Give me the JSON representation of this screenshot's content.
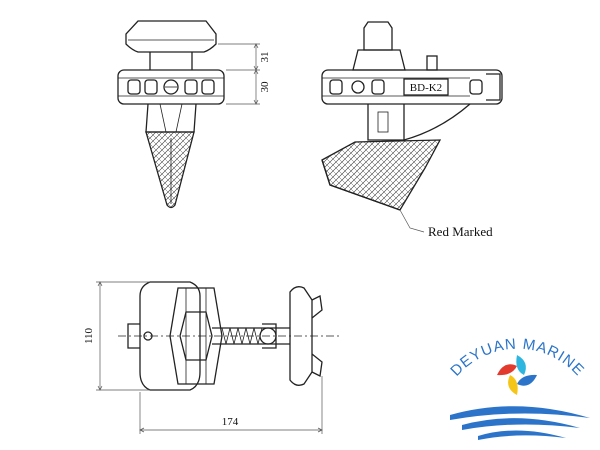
{
  "diagram": {
    "front_view": {
      "dimensions": {
        "upper": "31",
        "lower": "30"
      }
    },
    "side_view": {
      "tag": "BD-K2",
      "callout": "Red Marked"
    },
    "top_view": {
      "dimensions": {
        "height": "110",
        "width": "174"
      }
    }
  },
  "logo": {
    "name": "DEYUAN MARINE",
    "colors": {
      "blue": "#2b74c9",
      "red": "#e23b2e",
      "yellow": "#f5c518",
      "cyan": "#2fb6e0"
    }
  }
}
